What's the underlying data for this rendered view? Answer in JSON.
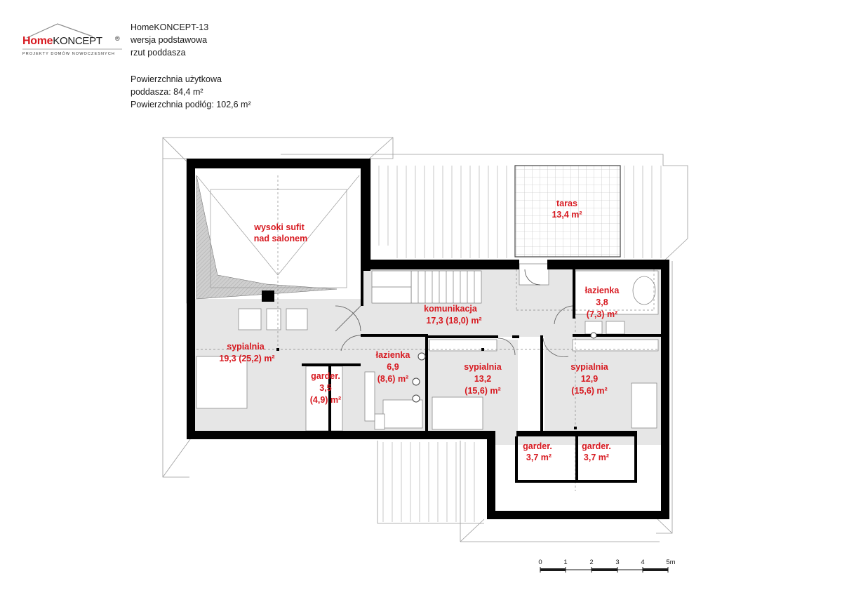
{
  "logo": {
    "brand_home": "Home",
    "brand_koncept": "KONCEPT",
    "registered": "®",
    "tagline": "PROJEKTY DOMÓW NOWOCZESNYCH"
  },
  "header": {
    "line1": "HomeKONCEPT-13",
    "line2": "wersja podstawowa",
    "line3": "rzut poddasza"
  },
  "area": {
    "line1": "Powierzchnia użytkowa",
    "line2": "poddasza: 84,4 m²",
    "line3": "Powierzchnia podłóg: 102,6 m²"
  },
  "rooms": {
    "high_ceiling": [
      "wysoki sufit",
      "nad salonem"
    ],
    "terrace": [
      "taras",
      "13,4 m²"
    ],
    "corridor": [
      "komunikacja",
      "17,3 (18,0) m²"
    ],
    "bath_right": [
      "łazienka",
      "3,8",
      "(7,3) m²"
    ],
    "bedroom_left": [
      "sypialnia",
      "19,3 (25,2) m²"
    ],
    "wardrobe_left": [
      "garder.",
      "3,5",
      "(4,9) m²"
    ],
    "bath_mid": [
      "łazienka",
      "6,9",
      "(8,6) m²"
    ],
    "bedroom_mid": [
      "sypialnia",
      "13,2",
      "(15,6) m²"
    ],
    "bedroom_right": [
      "sypialnia",
      "12,9",
      "(15,6) m²"
    ],
    "wardrobe_b1": [
      "garder.",
      "3,7 m²"
    ],
    "wardrobe_b2": [
      "garder.",
      "3,7 m²"
    ]
  },
  "scale": {
    "ticks": [
      "0",
      "1",
      "2",
      "3",
      "4",
      "5m"
    ]
  },
  "colors": {
    "label": "#d71920",
    "wall": "#000000",
    "floor": "#e6e6e6",
    "logo_red": "#d71920"
  }
}
